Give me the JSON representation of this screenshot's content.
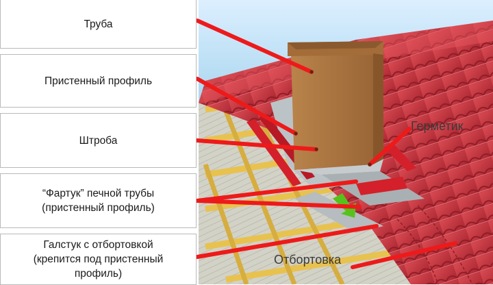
{
  "labels": [
    {
      "text": "Труба"
    },
    {
      "text": "Пристенный профиль"
    },
    {
      "text": "Штроба"
    },
    {
      "text": "“Фартук” печной трубы\n(пристенный профиль)"
    },
    {
      "text": "Галстук с отбортовкой\n(крепится под пристенный\nпрофиль)"
    }
  ],
  "scene_labels": {
    "sealant": "Герметик",
    "flanging": "Отбортовка"
  },
  "colors": {
    "pointer": "#ee1a1a",
    "roof_red": "#c8323c",
    "chimney": "#a7723f",
    "batten": "#e9c658",
    "membrane": "#cfcfc2",
    "sky": "#bfe0f3",
    "flashing": "#bcc3c6",
    "green_arrow": "#57c21b"
  }
}
